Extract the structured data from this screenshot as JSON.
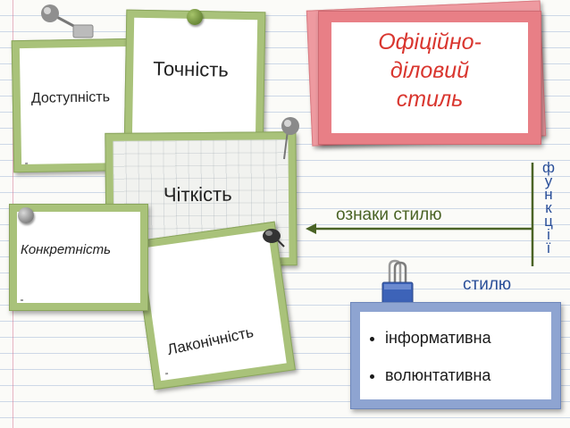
{
  "cards": {
    "dostupnist": "Доступність",
    "tochnist": "Точність",
    "chitkist": "Чіткість",
    "konkretnist": "Конкретність",
    "lakonichnist": "Лаконічність"
  },
  "title": {
    "line1": "Офіційно-",
    "line2": "діловий",
    "line3": "стиль"
  },
  "arrow_label": "ознаки стилю",
  "functions_vertical": [
    "ф",
    "у",
    "н",
    "к",
    "ц",
    "і",
    "ї"
  ],
  "functions_suffix": "стилю",
  "functions_list": [
    "інформативна",
    "волюнтативна"
  ],
  "colors": {
    "green_frame": "#a9c27a",
    "title_frame": "#e87f86",
    "title_text": "#d9362f",
    "arrow": "#4a6325",
    "blue_frame": "#8ea4d1",
    "blue_text": "#2a4f99"
  }
}
